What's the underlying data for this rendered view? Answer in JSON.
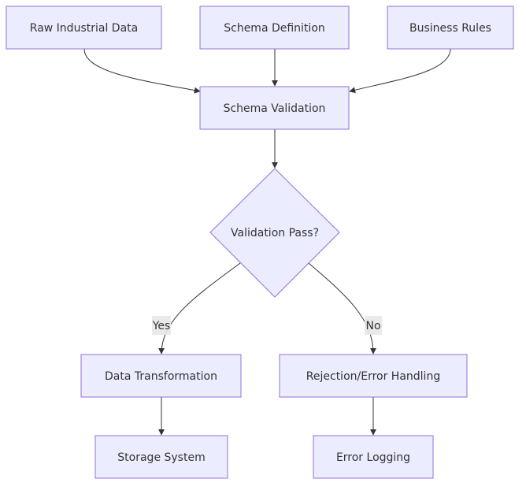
{
  "nodes": {
    "raw_data": "Raw Industrial Data",
    "schema_def": "Schema Definition",
    "business_rules": "Business Rules",
    "schema_validation": "Schema Validation",
    "decision": "Validation Pass?",
    "transform": "Data Transformation",
    "rejection": "Rejection/Error Handling",
    "storage": "Storage System",
    "error_logging": "Error Logging"
  },
  "edge_labels": {
    "yes": "Yes",
    "no": "No"
  },
  "colors": {
    "node_fill": "#ECECFF",
    "node_stroke": "#9370DB",
    "edge": "#333333",
    "text": "#333333"
  }
}
